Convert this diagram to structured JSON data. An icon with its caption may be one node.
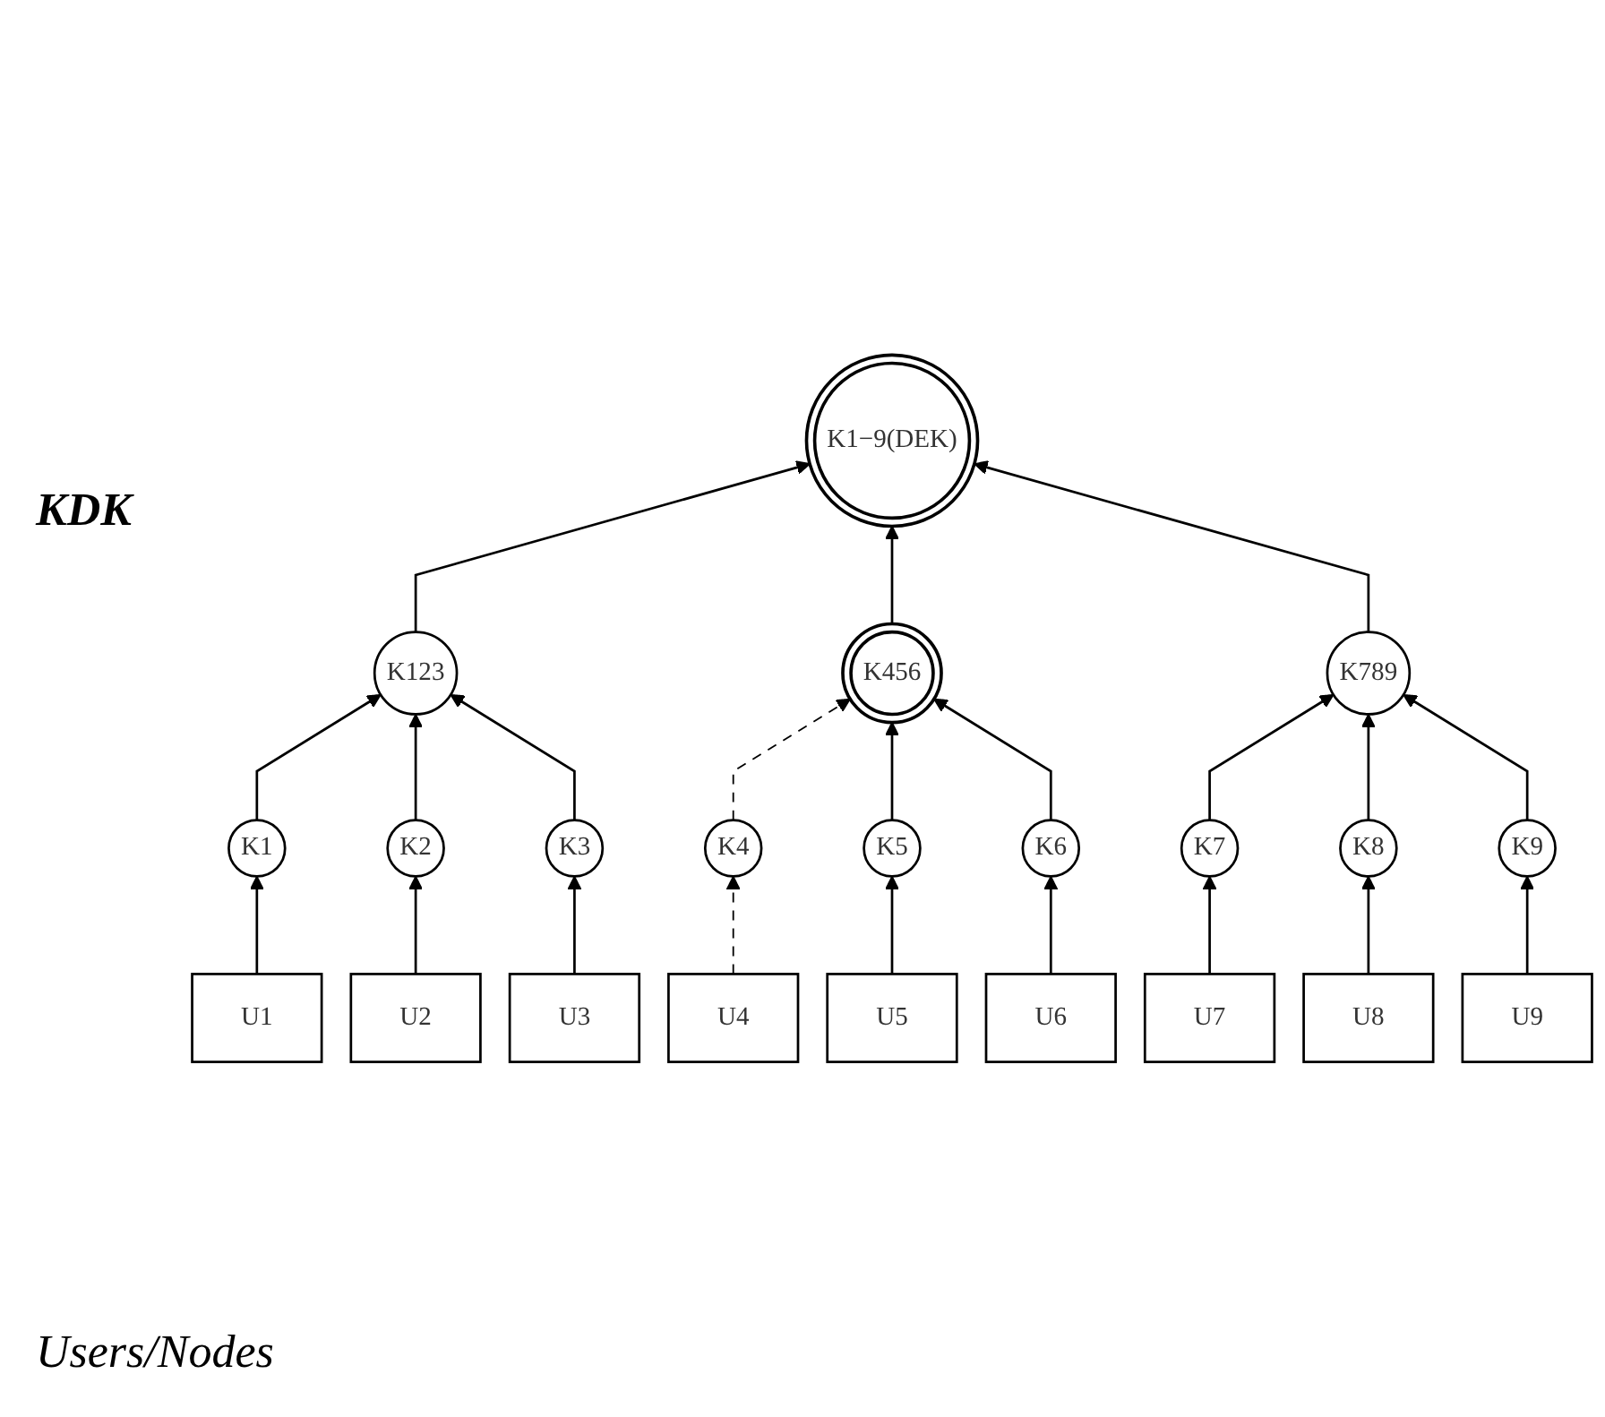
{
  "diagram": {
    "nodes": [
      {
        "text": [
          "K1−9(DEK)"
        ]
      },
      {
        "text": [
          "K123"
        ]
      },
      {
        "text": [
          "K456"
        ]
      },
      {
        "text": [
          "K789"
        ]
      },
      {
        "text": [
          "K1"
        ]
      },
      {
        "text": [
          "K2"
        ]
      },
      {
        "text": [
          "K3"
        ]
      },
      {
        "text": [
          "K4"
        ]
      },
      {
        "text": [
          "K5"
        ]
      },
      {
        "text": [
          "K6"
        ]
      },
      {
        "text": [
          "K7"
        ]
      },
      {
        "text": [
          "K8"
        ]
      },
      {
        "text": [
          "K9"
        ]
      },
      {
        "text": [
          "U1"
        ]
      },
      {
        "text": [
          "U2"
        ]
      },
      {
        "text": [
          "U3"
        ]
      },
      {
        "text": [
          "U4"
        ]
      },
      {
        "text": [
          "U5"
        ]
      },
      {
        "text": [
          "U6"
        ]
      },
      {
        "text": [
          "U7"
        ]
      },
      {
        "text": [
          "U8"
        ]
      },
      {
        "text": [
          "U9"
        ]
      }
    ],
    "edges": [
      {
        "from": 1,
        "to": 0,
        "arrow": "to"
      },
      {
        "from": 2,
        "to": 0,
        "arrow": "to"
      },
      {
        "from": 3,
        "to": 0,
        "arrow": "to"
      },
      {
        "from": 4,
        "to": 1,
        "arrow": "to"
      },
      {
        "from": 5,
        "to": 1,
        "arrow": "to"
      },
      {
        "from": 6,
        "to": 1,
        "arrow": "to"
      },
      {
        "from": 7,
        "to": 2,
        "arrow": "to",
        "style": "dashed"
      },
      {
        "from": 8,
        "to": 2,
        "arrow": "to"
      },
      {
        "from": 9,
        "to": 2,
        "arrow": "to"
      },
      {
        "from": 10,
        "to": 3,
        "arrow": "to"
      },
      {
        "from": 11,
        "to": 3,
        "arrow": "to"
      },
      {
        "from": 12,
        "to": 3,
        "arrow": "to"
      },
      {
        "from": 13,
        "to": 4,
        "arrow": "to"
      },
      {
        "from": 14,
        "to": 5,
        "arrow": "to"
      },
      {
        "from": 15,
        "to": 6,
        "arrow": "to"
      },
      {
        "from": 16,
        "to": 7,
        "arrow": "to",
        "style": "dashed"
      },
      {
        "from": 17,
        "to": 8,
        "arrow": "to"
      },
      {
        "from": 18,
        "to": 9,
        "arrow": "to"
      },
      {
        "from": 19,
        "to": 10,
        "arrow": "to"
      },
      {
        "from": 20,
        "to": 11,
        "arrow": "to"
      },
      {
        "from": 21,
        "to": 12,
        "arrow": "to"
      }
    ],
    "labels": [
      "KDK",
      "Users/Nodes"
    ]
  }
}
